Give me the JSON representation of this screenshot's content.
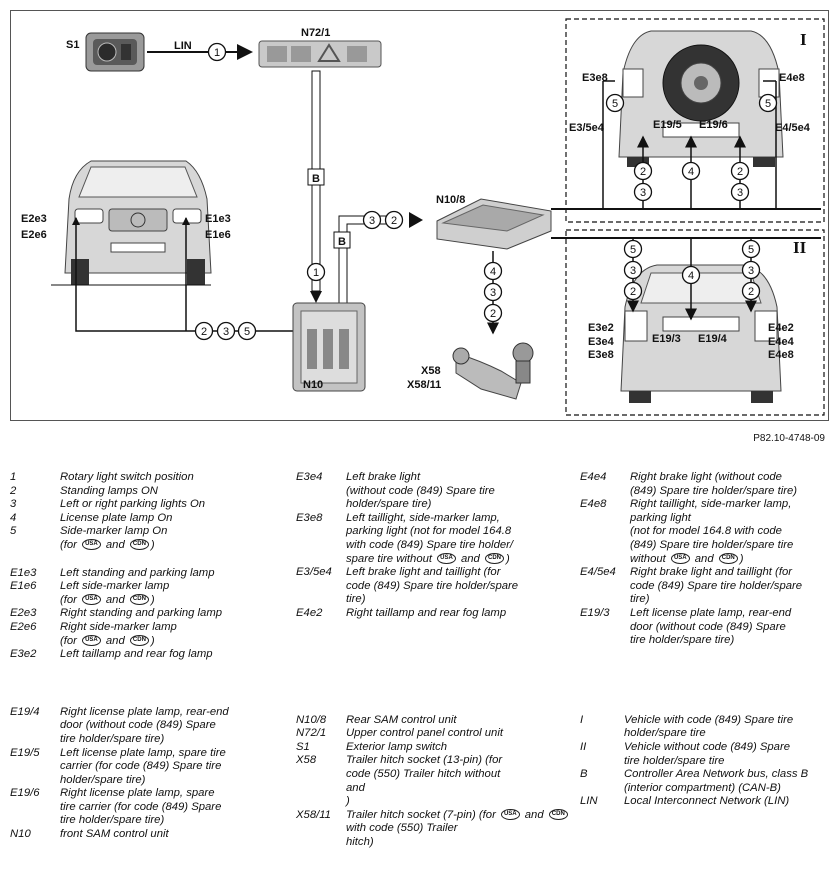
{
  "diagram": {
    "labels": {
      "s1": "S1",
      "lin": "LIN",
      "n72_1": "N72/1",
      "n10_8": "N10/8",
      "n10": "N10",
      "x58": "X58",
      "x58_11": "X58/11",
      "b": "B",
      "e2e3": "E2e3",
      "e2e6": "E2e6",
      "e1e3": "E1e3",
      "e1e6": "E1e6",
      "e3e8": "E3e8",
      "e4e8": "E4e8",
      "e3_5e4": "E3/5e4",
      "e4_5e4": "E4/5e4",
      "e19_5": "E19/5",
      "e19_6": "E19/6",
      "e3e2": "E3e2",
      "e3e4": "E3e4",
      "e3e8b": "E3e8",
      "e4e2": "E4e2",
      "e4e4": "E4e4",
      "e4e8b": "E4e8",
      "e19_3": "E19/3",
      "e19_4": "E19/4",
      "roman1": "I",
      "roman2": "II"
    },
    "circles": {
      "c1_lin": "1",
      "c1_bus": "1",
      "c2_front": "2",
      "c3_front": "3",
      "c5_front": "5",
      "c3_n108": "3",
      "c2_n108": "2",
      "c4_tr": "4",
      "c3_tr": "3",
      "c2_tr": "2",
      "c5_l1": "5",
      "c5_r1": "5",
      "c2_l1": "2",
      "c3_l1": "3",
      "c4_m1": "4",
      "c2_r1": "2",
      "c3_r1": "3",
      "c5_l2": "5",
      "c3_l2": "3",
      "c2_l2": "2",
      "c4_m2": "4",
      "c5_r2": "5",
      "c3_r2": "3",
      "c2_r2": "2"
    }
  },
  "reference": "P82.10-4748-09",
  "badges": {
    "usa": "USA",
    "cdn": "CDN"
  },
  "legend": {
    "c1_1": [
      {
        "code": "1",
        "lines": [
          "Rotary light switch position"
        ]
      },
      {
        "code": "2",
        "lines": [
          "Standing lamps ON"
        ]
      },
      {
        "code": "3",
        "lines": [
          "Left or right parking lights On"
        ]
      },
      {
        "code": "4",
        "lines": [
          "License plate lamp On"
        ]
      },
      {
        "code": "5",
        "lines": [
          "Side-marker lamp On",
          "(for",
          "and",
          ")"
        ]
      }
    ],
    "c1_2": [
      {
        "code": "E1e3",
        "lines": [
          "Left standing and parking lamp"
        ]
      },
      {
        "code": "E1e6",
        "lines": [
          "Left side-marker lamp",
          "(for",
          "and",
          ")"
        ]
      },
      {
        "code": "E2e3",
        "lines": [
          "Right standing and parking lamp"
        ]
      },
      {
        "code": "E2e6",
        "lines": [
          "Right side-marker lamp",
          "(for",
          "and",
          ")"
        ]
      },
      {
        "code": "E3e2",
        "lines": [
          "Left taillamp and rear fog lamp"
        ]
      }
    ],
    "c1_3": [
      {
        "code": "E19/4",
        "lines": [
          "Right license plate lamp, rear-end",
          "door (without code (849) Spare",
          "tire holder/spare tire)"
        ]
      },
      {
        "code": "E19/5",
        "lines": [
          "Left license plate lamp, spare tire",
          "carrier (for code (849) Spare tire",
          "holder/spare tire)"
        ]
      },
      {
        "code": "E19/6",
        "lines": [
          "Right license plate lamp, spare",
          "tire carrier (for code (849) Spare",
          "tire holder/spare tire)"
        ]
      },
      {
        "code": "N10",
        "lines": [
          "front SAM control unit"
        ]
      }
    ],
    "c2_1": [
      {
        "code": "E3e4",
        "lines": [
          "Left brake light",
          "(without code (849) Spare tire",
          "holder/spare tire)"
        ]
      },
      {
        "code": "E3e8",
        "lines": [
          "Left taillight, side-marker lamp,",
          "parking light (not for model 164.8",
          "with code (849) Spare tire holder/",
          "spare tire without",
          "and",
          ")"
        ]
      },
      {
        "code": "E3/5e4",
        "lines": [
          "Left brake light and taillight (for",
          "code (849) Spare tire holder/spare",
          "tire)"
        ]
      },
      {
        "code": "E4e2",
        "lines": [
          "Right taillamp and rear fog lamp"
        ]
      }
    ],
    "c2_3": [
      {
        "code": "N10/8",
        "lines": [
          "Rear SAM control unit"
        ]
      },
      {
        "code": "N72/1",
        "lines": [
          "Upper control panel control unit"
        ]
      },
      {
        "code": "S1",
        "lines": [
          "Exterior lamp switch"
        ]
      },
      {
        "code": "X58",
        "lines": [
          "Trailer hitch socket (13-pin) (for",
          "code (550) Trailer hitch without",
          "and",
          ")"
        ]
      },
      {
        "code": "X58/11",
        "lines": [
          "Trailer hitch socket (7-pin) (for",
          "and",
          "with code (550) Trailer",
          "hitch)"
        ]
      }
    ],
    "c3_1": [
      {
        "code": "E4e4",
        "lines": [
          "Right brake light (without code",
          "(849) Spare tire holder/spare tire)"
        ]
      },
      {
        "code": "E4e8",
        "lines": [
          "Right taillight, side-marker lamp,",
          "parking light",
          "(not for model 164.8 with code",
          "(849) Spare tire holder/spare tire",
          "without",
          "and",
          ")"
        ]
      },
      {
        "code": "E4/5e4",
        "lines": [
          "Right brake light and taillight (for",
          "code (849) Spare tire holder/spare",
          "tire)"
        ]
      },
      {
        "code": "E19/3",
        "lines": [
          "Left license plate lamp, rear-end",
          "door (without code (849) Spare",
          "tire holder/spare tire)"
        ]
      }
    ],
    "c3_3": [
      {
        "code": "I",
        "lines": [
          "Vehicle with code (849) Spare tire",
          "holder/spare tire"
        ]
      },
      {
        "code": "II",
        "lines": [
          "Vehicle without code (849) Spare",
          "tire holder/spare tire"
        ]
      },
      {
        "code": "B",
        "lines": [
          "Controller Area Network bus, class B",
          "(interior compartment) (CAN-B)"
        ]
      },
      {
        "code": "LIN",
        "lines": [
          "Local Interconnect Network (LIN)"
        ]
      }
    ]
  }
}
